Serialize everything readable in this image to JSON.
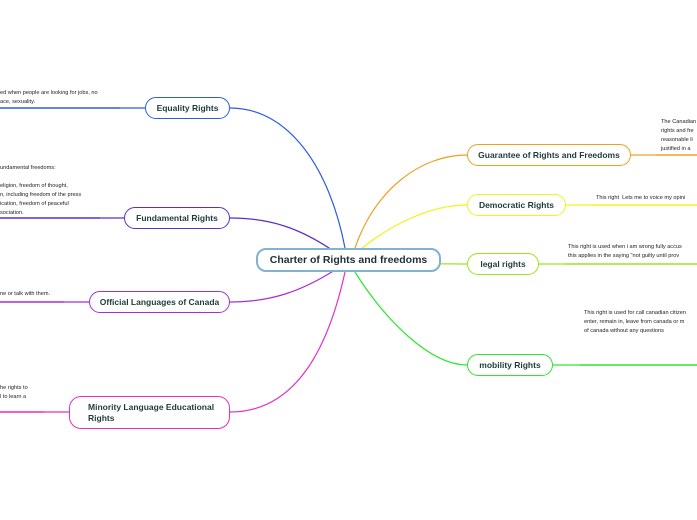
{
  "central": "Charter of Rights and freedoms",
  "branches": [
    {
      "id": "equality",
      "label": "Equality Rights",
      "color": "#2b5ce6",
      "note": "ed when people are looking for jobs, no\nace, sexuality."
    },
    {
      "id": "fundamental",
      "label": "Fundamental Rights",
      "color": "#5b2fc9",
      "note": "undamental freedoms:\n\neligion, freedom of thought,\nn, including freedom of the press\nication, freedom of peaceful\nsociation."
    },
    {
      "id": "official",
      "label": "Official Languages of Canada",
      "color": "#a52fd6",
      "note": "ne or talk with them."
    },
    {
      "id": "minority",
      "label": "Minority Language Educational Rights",
      "color": "#e62fc4",
      "note": "he rights to\nl to learn a"
    },
    {
      "id": "guarantee",
      "label": "Guarantee of Rights and Freedoms",
      "color": "#f0a020",
      "note": "The Canadian\nrights and fre\nreasonable li\njustified in a"
    },
    {
      "id": "democratic",
      "label": "Democratic Rights",
      "color": "#f2f21e",
      "note": "This right  Lets me to voice my opini"
    },
    {
      "id": "legal",
      "label": "legal rights",
      "color": "#98e61e",
      "note": "This right is used when i am wrong fully accus\nthis applies in the saying \"not guilty until prov"
    },
    {
      "id": "mobility",
      "label": "mobility Rights",
      "color": "#2ee62e",
      "note": "This right is used for call canadian citizen\nenter, remain in, leave from canada or m\nof canada without any questions"
    }
  ]
}
